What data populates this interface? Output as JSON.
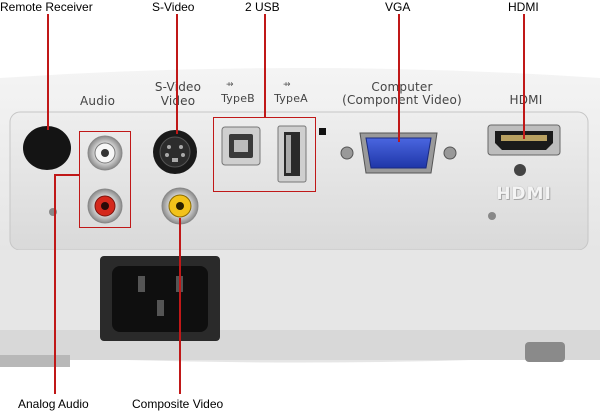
{
  "callouts": {
    "remote_receiver": "Remote Receiver",
    "s_video": "S-Video",
    "usb": "2 USB",
    "vga": "VGA",
    "hdmi": "HDMI",
    "analog_audio": "Analog Audio",
    "composite_video": "Composite Video"
  },
  "panel": {
    "audio": "Audio",
    "svideo_line1": "S-Video",
    "svideo_line2": "Video",
    "typeb": "TypeB",
    "typea": "TypeA",
    "computer_line1": "Computer",
    "computer_line2": "(Component Video)",
    "hdmi": "HDMI",
    "hdmi_logo": "HDMI"
  },
  "colors": {
    "callout_line": "#c01818",
    "vga_blue": "#2a45c8",
    "rca_red": "#d4281c",
    "rca_yellow": "#f2c21a"
  }
}
